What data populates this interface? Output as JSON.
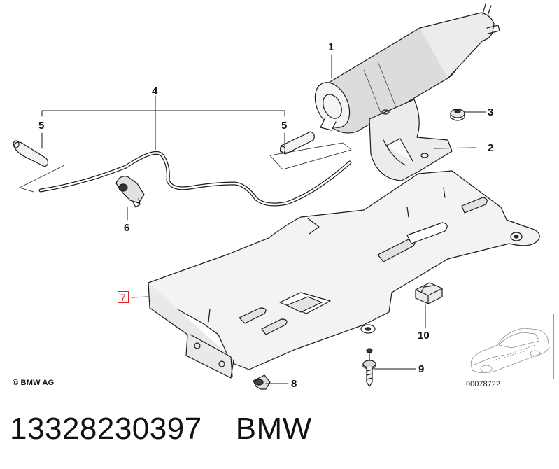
{
  "callouts": {
    "c1": "1",
    "c2": "2",
    "c3": "3",
    "c4": "4",
    "c5a": "5",
    "c5b": "5",
    "c6": "6",
    "c7": "7",
    "c8": "8",
    "c9": "9",
    "c10": "10"
  },
  "copyright": "© BMW AG",
  "reference_number": "00078722",
  "part_number": "13328230397",
  "brand": "BMW",
  "colors": {
    "line": "#1a1a1a",
    "highlight": "#d9252a",
    "shade": "#e9e9e9"
  }
}
